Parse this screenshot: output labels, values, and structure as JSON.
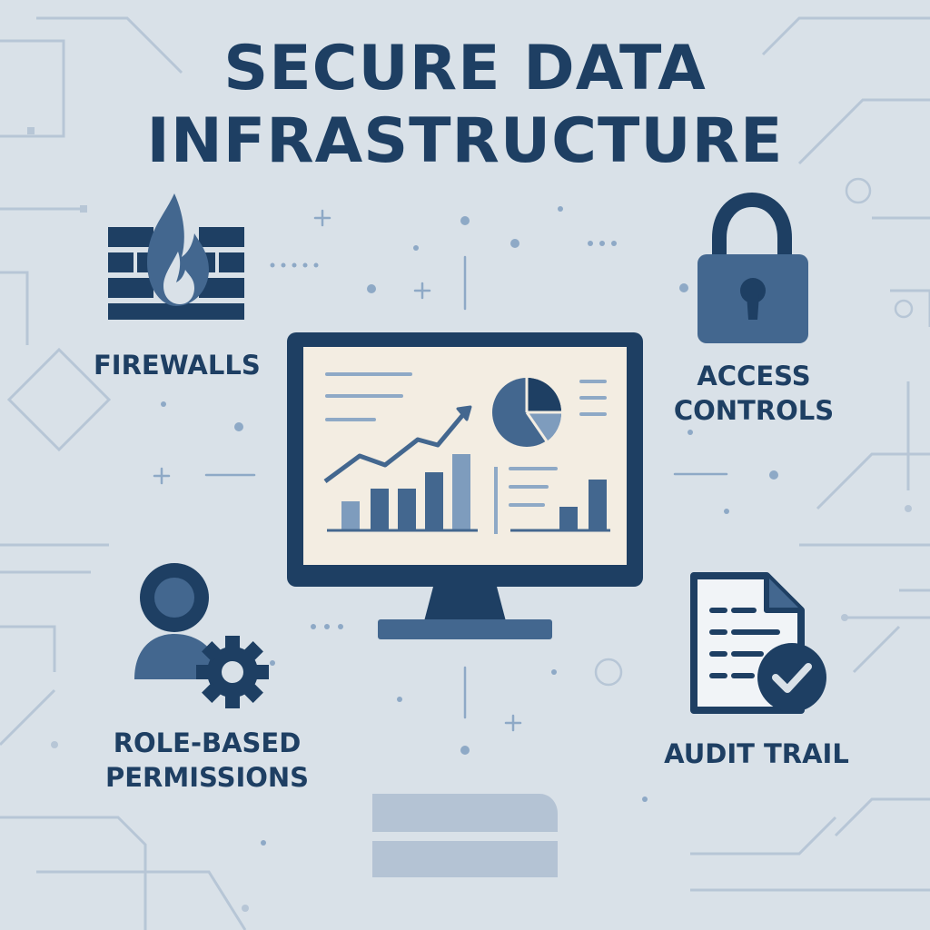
{
  "title": {
    "line1": "SECURE DATA",
    "line2": "INFRASTRUCTURE"
  },
  "features": {
    "firewalls": "FIREWALLS",
    "access_controls": {
      "line1": "ACCESS",
      "line2": "CONTROLS"
    },
    "role_based": {
      "line1": "ROLE-BASED",
      "line2": "PERMISSIONS"
    },
    "audit_trail": "AUDIT TRAIL"
  },
  "icons": {
    "firewall": "firewall-icon",
    "lock": "padlock-icon",
    "user_gear": "user-gear-icon",
    "audit_document": "document-check-icon",
    "monitor": "monitor-dashboard-icon",
    "server": "server-icon"
  },
  "colors": {
    "background": "#d9e1e8",
    "navy": "#1e3f63",
    "mid_blue": "#43678f",
    "light_blue": "#7e9cbd",
    "screen": "#f3ede2",
    "circuit": "#b7c6d6"
  }
}
